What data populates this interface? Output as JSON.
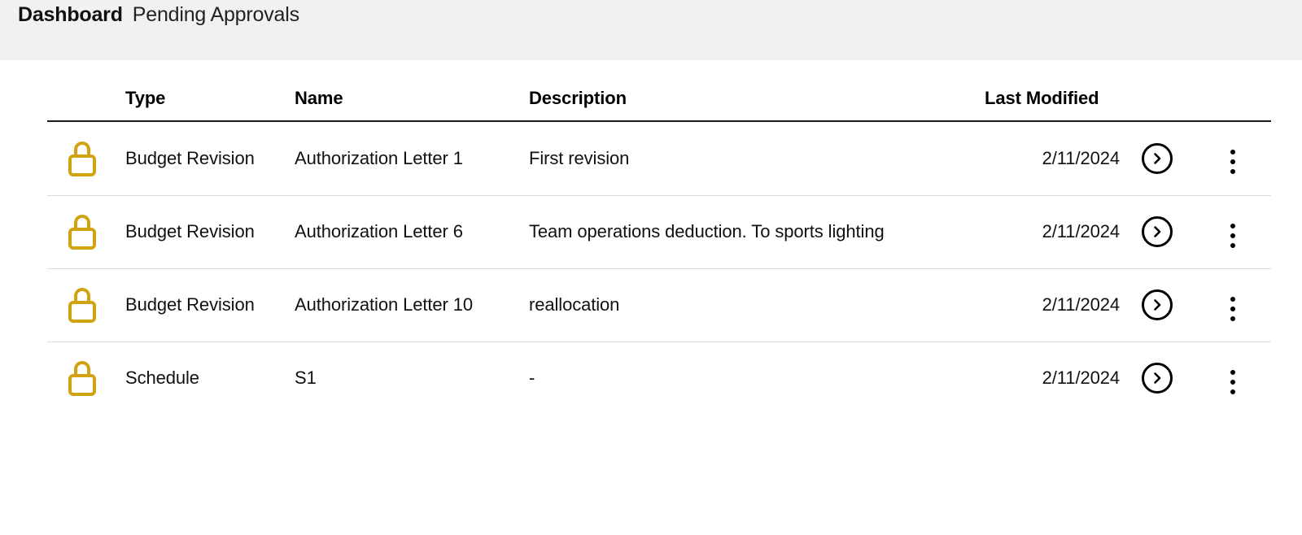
{
  "header": {
    "breadcrumb_root": "Dashboard",
    "breadcrumb_current": "Pending Approvals",
    "background_color": "#f1f1f1"
  },
  "table": {
    "columns": {
      "type": "Type",
      "name": "Name",
      "description": "Description",
      "last_modified": "Last Modified"
    },
    "accent_color": "#d2a310",
    "rows": [
      {
        "icon": "lock-icon",
        "type": "Budget Revision",
        "name": "Authorization Letter 1",
        "description": "First revision",
        "last_modified": "2/11/2024",
        "go": "chevron-right-circle-icon",
        "menu": "kebab-menu-icon"
      },
      {
        "icon": "lock-icon",
        "type": "Budget Revision",
        "name": "Authorization Letter 6",
        "description": "Team operations deduction. To sports lighting",
        "last_modified": "2/11/2024",
        "go": "chevron-right-circle-icon",
        "menu": "kebab-menu-icon"
      },
      {
        "icon": "lock-icon",
        "type": "Budget Revision",
        "name": "Authorization Letter 10",
        "description": "reallocation",
        "last_modified": "2/11/2024",
        "go": "chevron-right-circle-icon",
        "menu": "kebab-menu-icon"
      },
      {
        "icon": "lock-icon",
        "type": "Schedule",
        "name": "S1",
        "description": "-",
        "last_modified": "2/11/2024",
        "go": "chevron-right-circle-icon",
        "menu": "kebab-menu-icon"
      }
    ]
  }
}
